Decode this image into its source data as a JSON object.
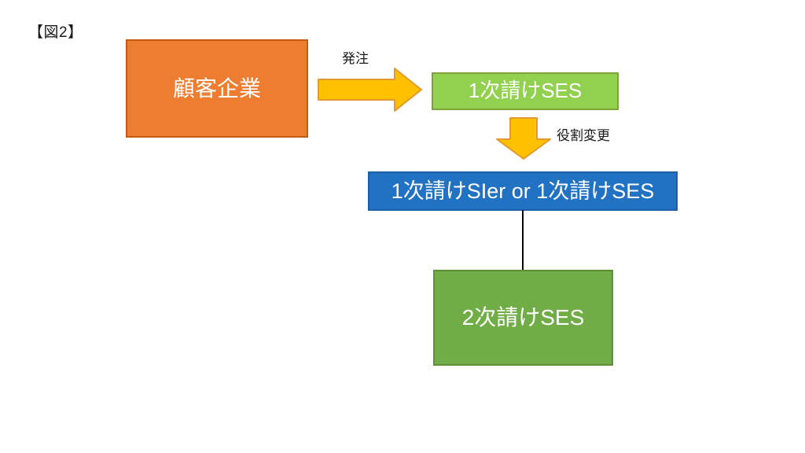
{
  "figure_label": "【図2】",
  "colors": {
    "background": "#ffffff",
    "text_dark": "#1a1a1a",
    "box_text": "#ffffff",
    "orange_fill": "#ED7D31",
    "orange_border": "#C55A11",
    "arrow_fill": "#FFC000",
    "arrow_border": "#E2992F",
    "light_green_fill": "#92D050",
    "light_green_border": "#7EA33C",
    "blue_fill": "#2272C4",
    "blue_border": "#1A5FA6",
    "green_fill": "#70AD47",
    "green_border": "#5E9136",
    "connector": "#000000"
  },
  "nodes": {
    "customer": {
      "label": "顧客企業"
    },
    "tier1_ses": {
      "label": "1次請けSES"
    },
    "tier1_sier_or_ses": {
      "label": "1次請けSIer or 1次請けSES"
    },
    "tier2_ses": {
      "label": "2次請けSES"
    }
  },
  "edges": {
    "order": {
      "label": "発注",
      "from": "customer",
      "to": "tier1_ses",
      "style": "block-arrow-right"
    },
    "role_change": {
      "label": "役割変更",
      "from": "tier1_ses",
      "to": "tier1_sier_or_ses",
      "style": "block-arrow-down"
    },
    "subcontract": {
      "label": "",
      "from": "tier1_sier_or_ses",
      "to": "tier2_ses",
      "style": "line"
    }
  }
}
